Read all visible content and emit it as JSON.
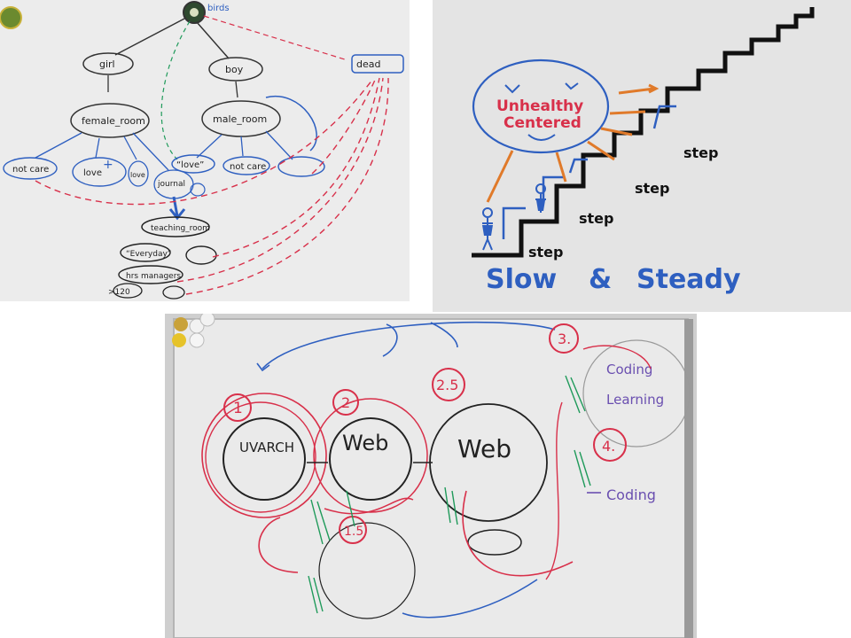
{
  "board_tree": {
    "root_label": "birds",
    "girl": "girl",
    "boy": "boy",
    "dead": "dead",
    "female_room": "female_room",
    "male_room": "male_room",
    "not_care_left": "not care",
    "love_left": "love",
    "love_small": "love",
    "journal": "journal",
    "love_quoted": "“love”",
    "not_care_right": "not care",
    "teaching_room": "teaching_room",
    "everyday": "“Everyday”",
    "hrs_manager": "hrs managers",
    "gt_120": ">120"
  },
  "board_stairs": {
    "center_text_line1": "Unhealthy",
    "center_text_line2": "Centered",
    "steps": [
      "step",
      "step",
      "step",
      "step"
    ],
    "motto_left": "Slow",
    "motto_amp": "&",
    "motto_right": "Steady"
  },
  "board_plan": {
    "num_1": "1",
    "num_2": "2",
    "num_2_5": "2.5",
    "num_3": "3.",
    "num_4": "4.",
    "num_1_5": "1.5",
    "uvarch": "UVARCH",
    "web_a": "Web",
    "web_b": "Web",
    "coding_learning_1": "Coding",
    "coding_learning_2": "Learning",
    "coding_bottom": "Coding"
  },
  "colors": {
    "marker_black": "#222222",
    "marker_red": "#d8304a",
    "marker_blue": "#2e5fc0",
    "marker_green": "#1f9a5a",
    "marker_orange": "#e07a2a",
    "marker_purple": "#6a4fb0"
  }
}
